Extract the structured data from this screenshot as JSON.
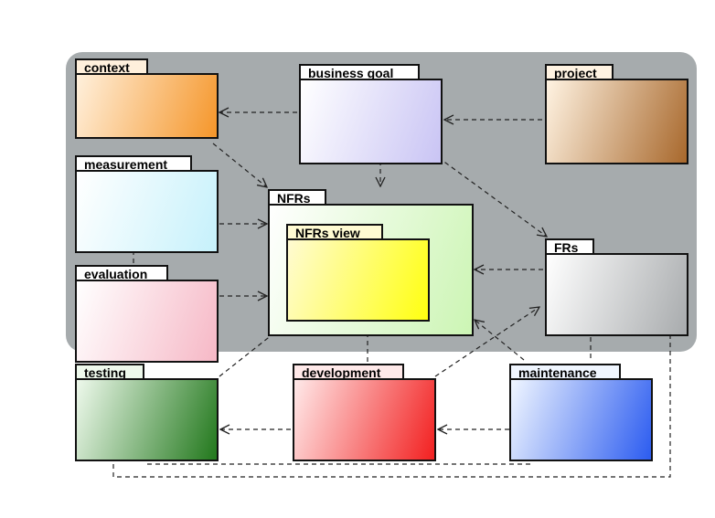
{
  "diagram": {
    "packages": [
      {
        "id": "context",
        "label": "context",
        "colors": [
          "#fff0dc",
          "#f5962a"
        ]
      },
      {
        "id": "business-goal",
        "label": "business goal",
        "colors": [
          "#ffffff",
          "#c9c4f4"
        ]
      },
      {
        "id": "project",
        "label": "project",
        "colors": [
          "#fff3e2",
          "#a8682c"
        ]
      },
      {
        "id": "measurement",
        "label": "measurement",
        "colors": [
          "#ffffff",
          "#c6f1fb"
        ]
      },
      {
        "id": "nfrs",
        "label": "NFRs",
        "colors": [
          "#ffffff",
          "#ccf5b4"
        ]
      },
      {
        "id": "nfrs-view",
        "label": "NFRs view",
        "colors": [
          "#fffbd2",
          "#ffff10"
        ]
      },
      {
        "id": "frs",
        "label": "FRs",
        "colors": [
          "#ffffff",
          "#a8abad"
        ]
      },
      {
        "id": "evaluation",
        "label": "evaluation",
        "colors": [
          "#ffffff",
          "#f6b8c6"
        ]
      },
      {
        "id": "testing",
        "label": "testing",
        "colors": [
          "#eef9ec",
          "#22781c"
        ]
      },
      {
        "id": "development",
        "label": "development",
        "colors": [
          "#ffe9e9",
          "#f22020"
        ]
      },
      {
        "id": "maintenance",
        "label": "maintenance",
        "colors": [
          "#f0f6ff",
          "#2c5cf0"
        ]
      }
    ],
    "dependencies": [
      {
        "from": "business-goal",
        "to": "context"
      },
      {
        "from": "project",
        "to": "business-goal"
      },
      {
        "from": "context",
        "to": "nfrs"
      },
      {
        "from": "business-goal",
        "to": "nfrs"
      },
      {
        "from": "business-goal",
        "to": "frs"
      },
      {
        "from": "measurement",
        "to": "nfrs"
      },
      {
        "from": "evaluation",
        "to": "measurement"
      },
      {
        "from": "evaluation",
        "to": "nfrs"
      },
      {
        "from": "frs",
        "to": "nfrs"
      },
      {
        "from": "testing",
        "to": "nfrs"
      },
      {
        "from": "development",
        "to": "nfrs"
      },
      {
        "from": "development",
        "to": "frs"
      },
      {
        "from": "maintenance",
        "to": "nfrs"
      },
      {
        "from": "maintenance",
        "to": "frs"
      },
      {
        "from": "development",
        "to": "testing"
      },
      {
        "from": "maintenance",
        "to": "development"
      },
      {
        "from": "maintenance",
        "to": "testing"
      },
      {
        "from": "testing",
        "to": "frs"
      }
    ]
  }
}
